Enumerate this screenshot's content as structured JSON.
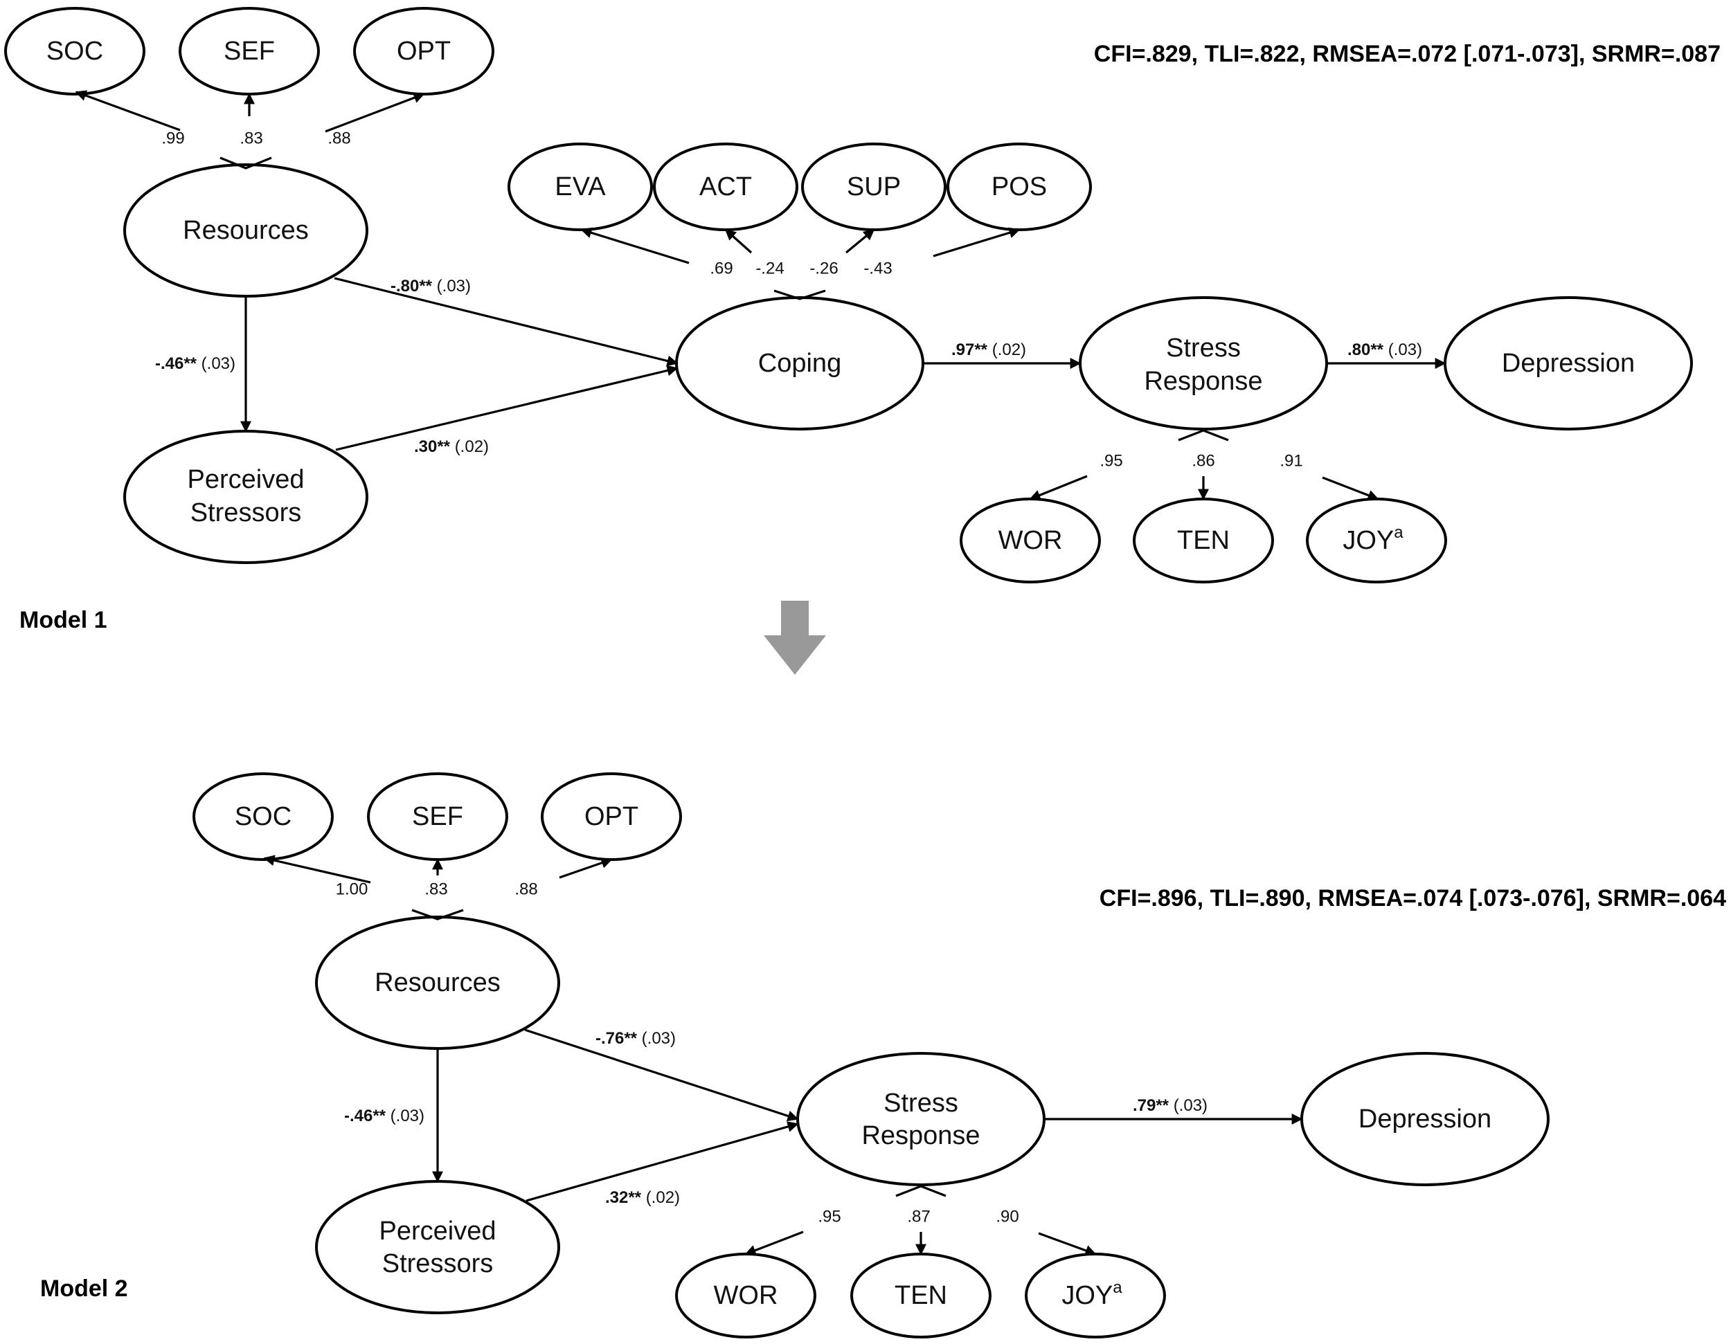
{
  "model1": {
    "label": "Model 1",
    "fit": "CFI=.829, TLI=.822, RMSEA=.072 [.071-.073], SRMR=.087",
    "nodes": {
      "soc": "SOC",
      "sef": "SEF",
      "opt": "OPT",
      "resources": "Resources",
      "eva": "EVA",
      "act": "ACT",
      "sup": "SUP",
      "pos": "POS",
      "coping": "Coping",
      "perceived_line1": "Perceived",
      "perceived_line2": "Stressors",
      "stress_line1": "Stress",
      "stress_line2": "Response",
      "depression": "Depression",
      "wor": "WOR",
      "ten": "TEN",
      "joy": "JOY",
      "joy_sup": "a"
    },
    "loadings": {
      "soc": ".99",
      "sef": ".83",
      "opt": ".88",
      "eva": ".69",
      "act": "-.24",
      "sup": "-.26",
      "pos": "-.43",
      "wor": ".95",
      "ten": ".86",
      "joy": ".91"
    },
    "paths": {
      "res_coping": {
        "coef": "-.80",
        "sig": "**",
        "se": "(.03)"
      },
      "res_perceived": {
        "coef": "-.46",
        "sig": "**",
        "se": "(.03)"
      },
      "perceived_coping": {
        "coef": ".30",
        "sig": "**",
        "se": "(.02)"
      },
      "coping_stress": {
        "coef": ".97",
        "sig": "**",
        "se": "(.02)"
      },
      "stress_depression": {
        "coef": ".80",
        "sig": "**",
        "se": "(.03)"
      }
    }
  },
  "model2": {
    "label": "Model 2",
    "fit": "CFI=.896, TLI=.890, RMSEA=.074 [.073-.076], SRMR=.064",
    "nodes": {
      "soc": "SOC",
      "sef": "SEF",
      "opt": "OPT",
      "resources": "Resources",
      "perceived_line1": "Perceived",
      "perceived_line2": "Stressors",
      "stress_line1": "Stress",
      "stress_line2": "Response",
      "depression": "Depression",
      "wor": "WOR",
      "ten": "TEN",
      "joy": "JOY",
      "joy_sup": "a"
    },
    "loadings": {
      "soc": "1.00",
      "sef": ".83",
      "opt": ".88",
      "wor": ".95",
      "ten": ".87",
      "joy": ".90"
    },
    "paths": {
      "res_stress": {
        "coef": "-.76",
        "sig": "**",
        "se": "(.03)"
      },
      "res_perceived": {
        "coef": "-.46",
        "sig": "**",
        "se": "(.03)"
      },
      "perceived_stress": {
        "coef": ".32",
        "sig": "**",
        "se": "(.02)"
      },
      "stress_depression": {
        "coef": ".79",
        "sig": "**",
        "se": "(.03)"
      }
    }
  },
  "colors": {
    "transition_arrow": "#999999"
  }
}
